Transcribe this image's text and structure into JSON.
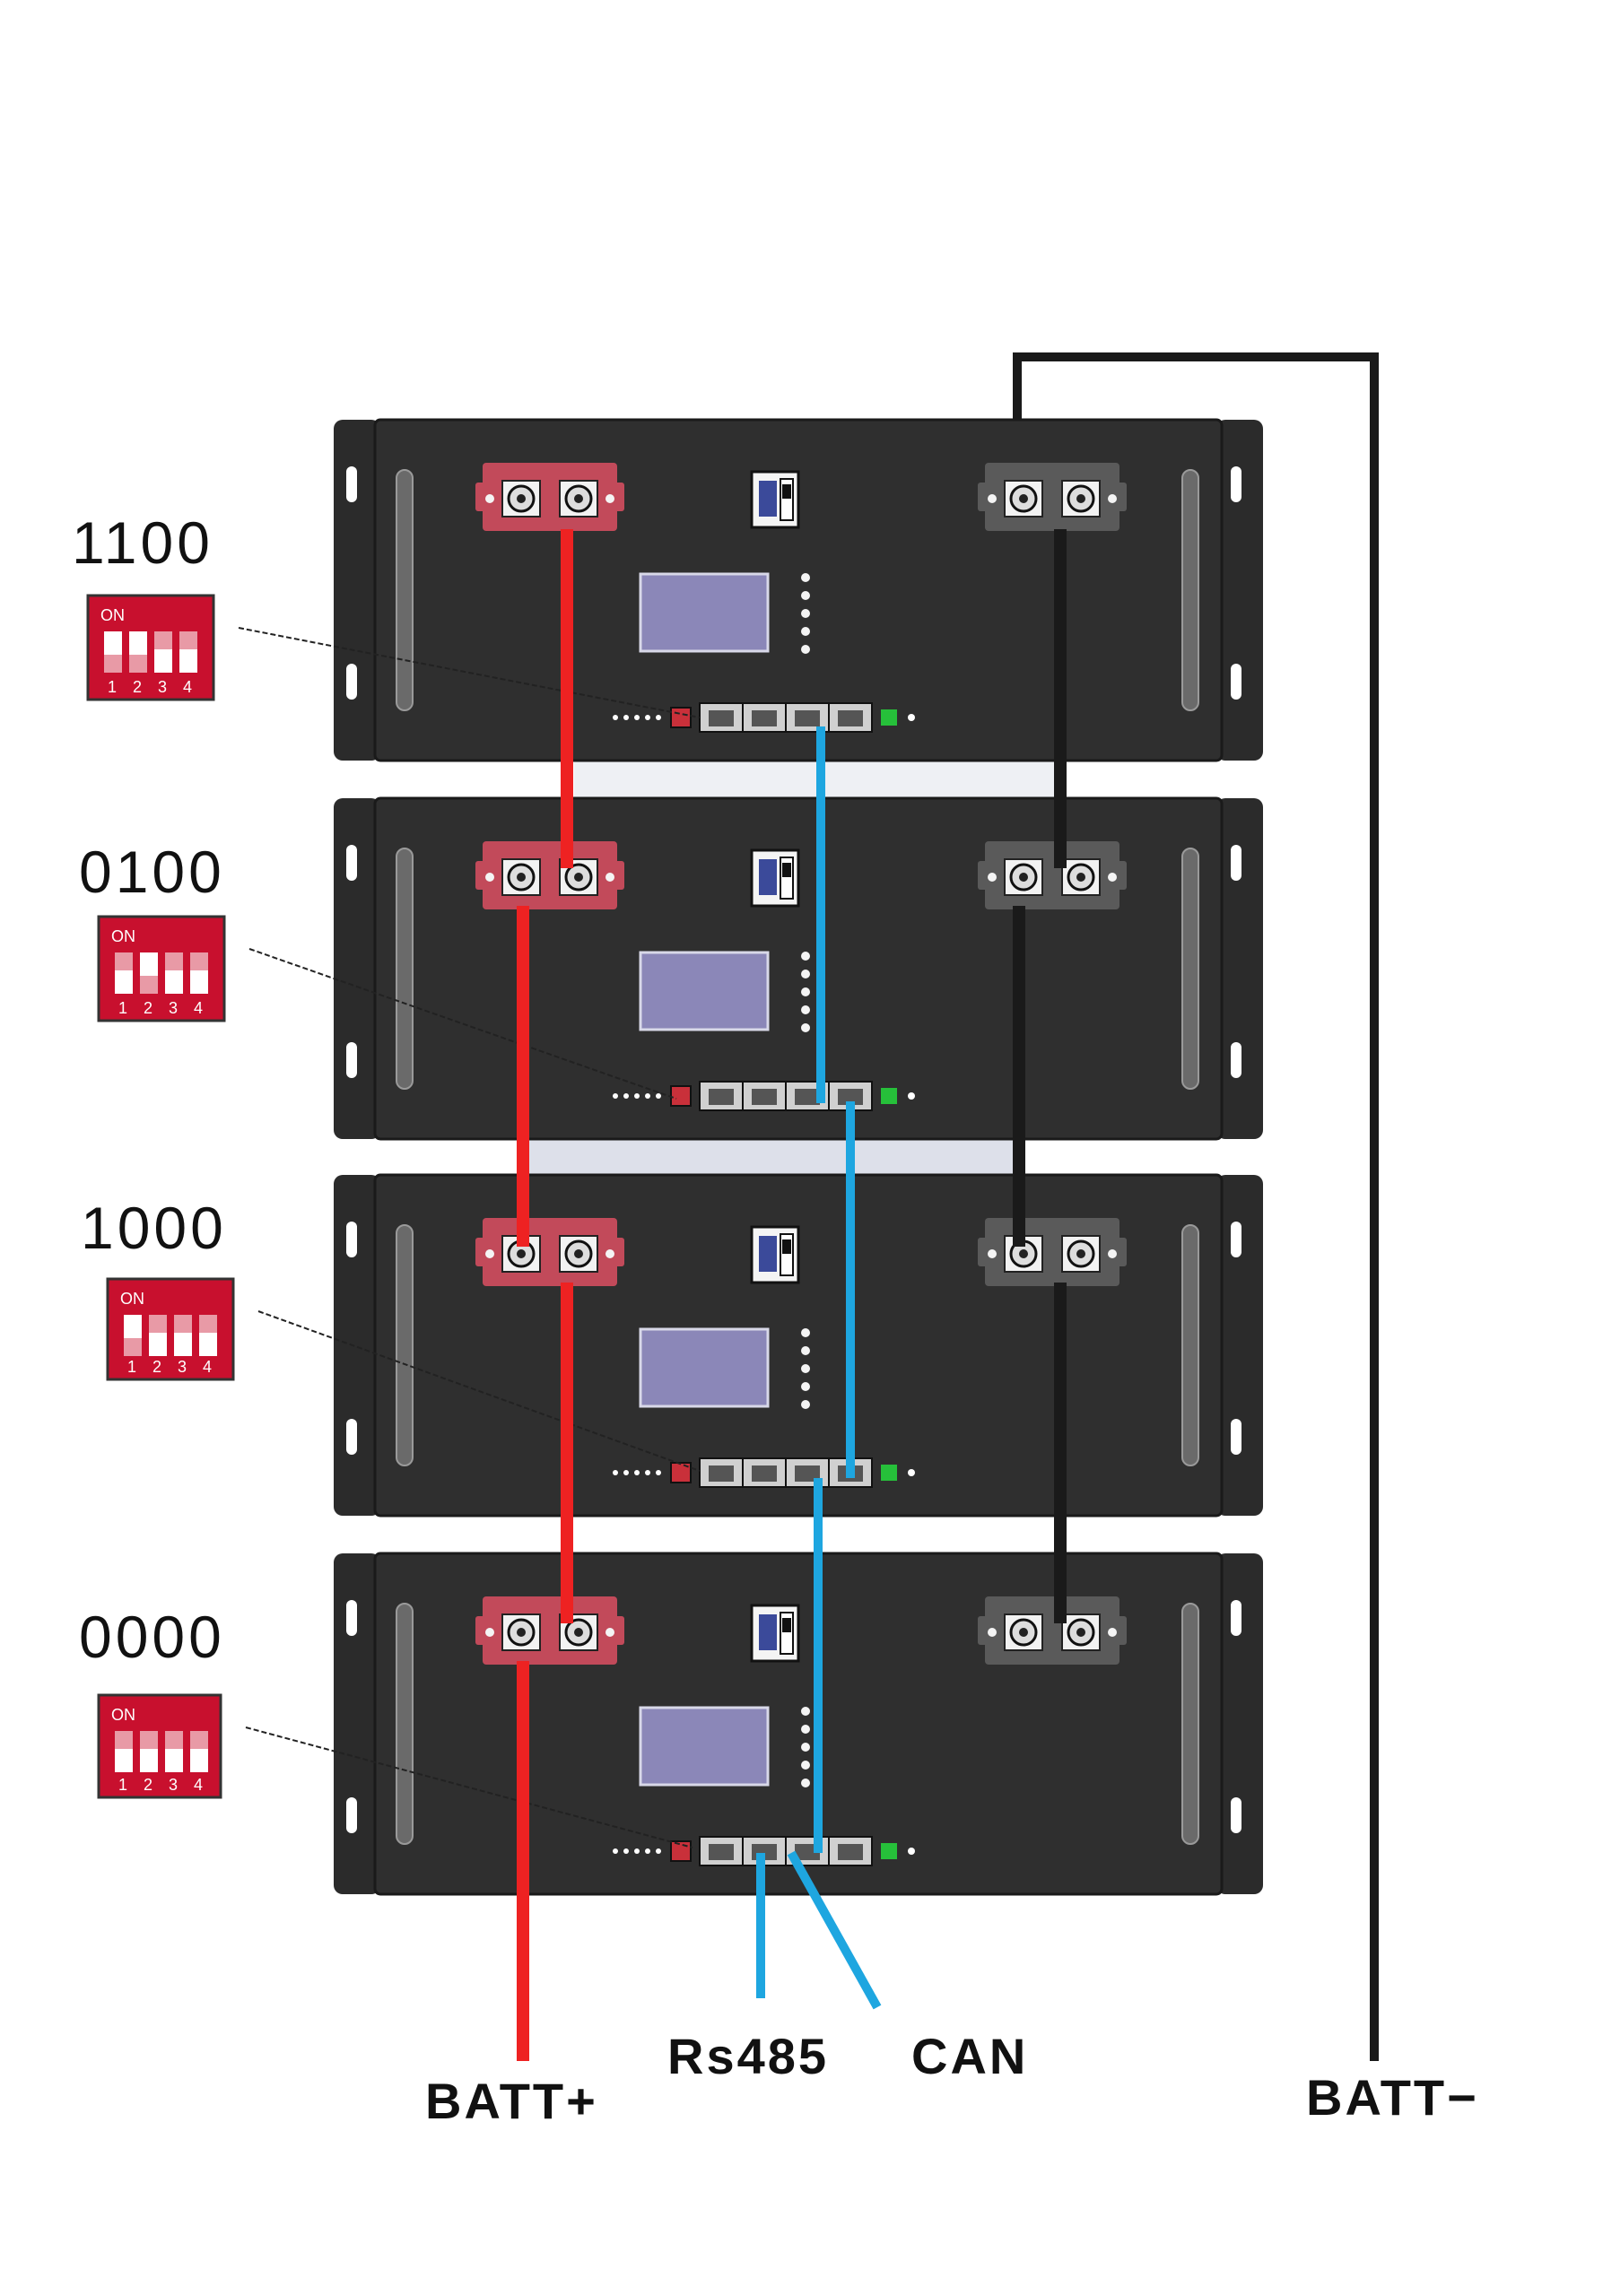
{
  "colors": {
    "positive_cable": "#ee2222",
    "negative_cable": "#1a1a1a",
    "comm_cable": "#1ea6e0",
    "module_body": "#2b2b2b",
    "dip_switch": "#c8102e",
    "screen": "#8b87b8"
  },
  "icons": {
    "positive_terminal": "terminal-block-red",
    "negative_terminal": "terminal-block-black",
    "breaker": "breaker-switch",
    "display": "lcd-screen",
    "comm_ports": "rj45-ports",
    "dip": "dip-switch"
  },
  "modules": [
    {
      "dip_code": "1100",
      "dip_on_label": "ON",
      "dip_numbers": [
        "1",
        "2",
        "3",
        "4"
      ],
      "switches_up": [
        true,
        true,
        false,
        false
      ]
    },
    {
      "dip_code": "0100",
      "dip_on_label": "ON",
      "dip_numbers": [
        "1",
        "2",
        "3",
        "4"
      ],
      "switches_up": [
        false,
        true,
        false,
        false
      ]
    },
    {
      "dip_code": "1000",
      "dip_on_label": "ON",
      "dip_numbers": [
        "1",
        "2",
        "3",
        "4"
      ],
      "switches_up": [
        true,
        false,
        false,
        false
      ]
    },
    {
      "dip_code": "0000",
      "dip_on_label": "ON",
      "dip_numbers": [
        "1",
        "2",
        "3",
        "4"
      ],
      "switches_up": [
        false,
        false,
        false,
        false
      ]
    }
  ],
  "labels": {
    "batt_pos": "BATT+",
    "batt_neg": "BATT−",
    "rs485": "Rs485",
    "can": "CAN"
  }
}
